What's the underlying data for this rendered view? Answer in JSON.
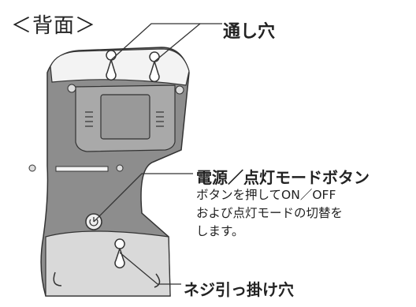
{
  "title": "＜背面＞",
  "labels": {
    "hanging_hole": "通し穴",
    "power_button": "電源／点灯モードボタン",
    "power_button_desc": [
      "ボタンを押してON／OFF",
      "および点灯モードの切替を",
      "します。"
    ],
    "screw_hole": "ネジ引っ掛け穴"
  },
  "icons": {
    "power_button": "power-icon"
  },
  "colors": {
    "body": "#8d8d8d",
    "top_panel": "#f3f3f3",
    "bottom_panel": "#d9d9d9",
    "outline": "#333333",
    "text": "#222222"
  }
}
